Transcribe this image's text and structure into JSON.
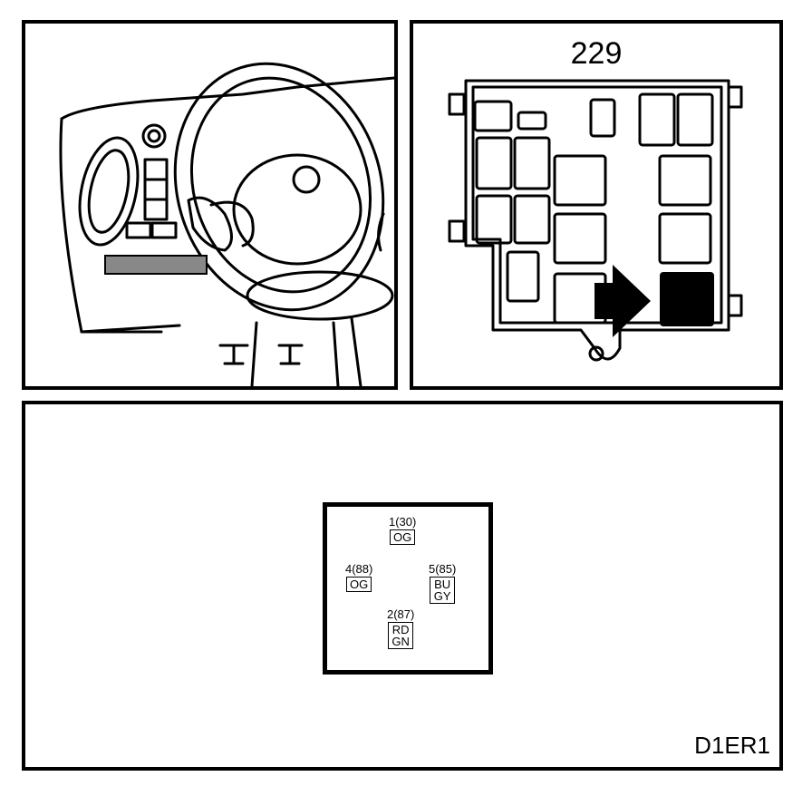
{
  "fuse_box": {
    "number": "229"
  },
  "connector": {
    "pins": [
      {
        "id": "1(30)",
        "colors": [
          "OG"
        ]
      },
      {
        "id": "4(88)",
        "colors": [
          "OG"
        ]
      },
      {
        "id": "5(85)",
        "colors": [
          "BU",
          "GY"
        ]
      },
      {
        "id": "2(87)",
        "colors": [
          "RD",
          "GN"
        ]
      }
    ]
  },
  "diagram_code": "D1ER1"
}
